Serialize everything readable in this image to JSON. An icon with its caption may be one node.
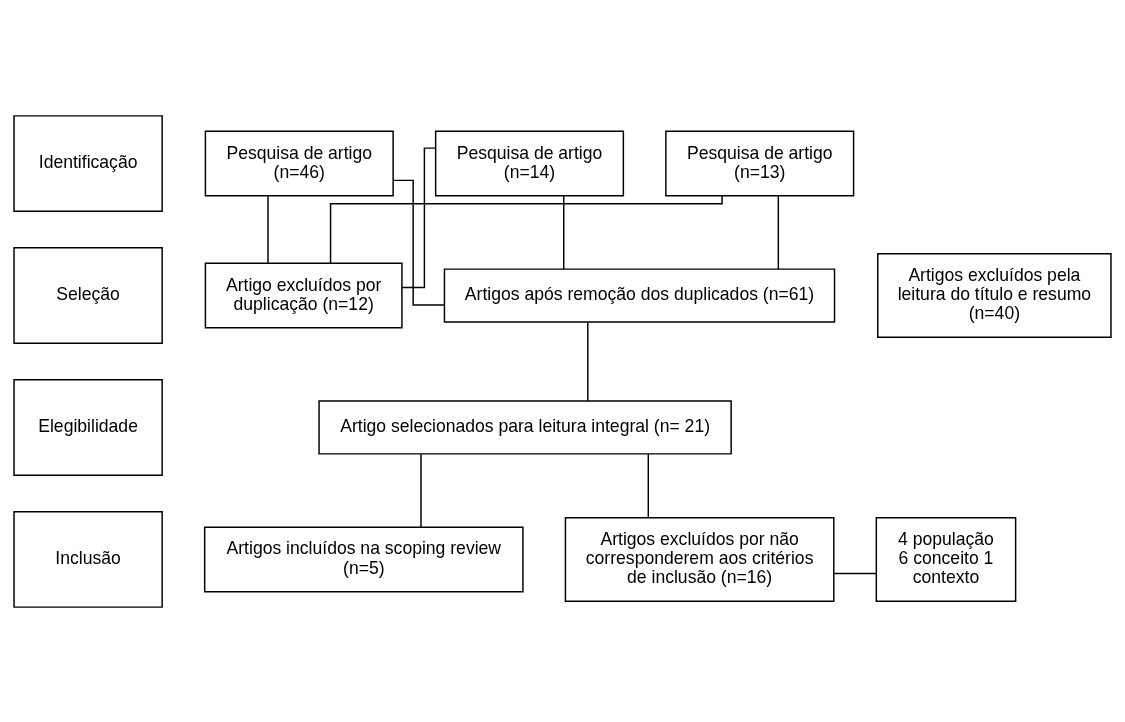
{
  "diagram": {
    "nodes": [
      {
        "text": [
          "Identificação"
        ]
      },
      {
        "text": [
          "Seleção"
        ]
      },
      {
        "text": [
          "Elegibilidade"
        ]
      },
      {
        "text": [
          "Inclusão"
        ]
      },
      {
        "text": [
          "Pesquisa de artigo (n=46)"
        ]
      },
      {
        "text": [
          "Pesquisa de artigo (n=14)"
        ]
      },
      {
        "text": [
          "Pesquisa de artigo (n=13)"
        ]
      },
      {
        "text": [
          "Artigo excluídos por duplicação (n=12)"
        ]
      },
      {
        "text": [
          "Artigos após remoção dos duplicados (n=61)"
        ]
      },
      {
        "text": [
          "Artigos excluídos pela leitura do título e resumo (n=40)"
        ]
      },
      {
        "text": [
          "Artigo selecionados para leitura integral (n= 21)"
        ]
      },
      {
        "text": [
          "Artigos excluídos por não corresponderem aos critérios de inclusão (n=16)"
        ]
      },
      {
        "text": [
          "4 população 6 conceito 1 contexto"
        ]
      },
      {
        "text": [
          "Artigos incluídos na scoping review (n=5)"
        ]
      }
    ],
    "edges": [
      {
        "from": 4,
        "to": 8,
        "arrow": "none"
      },
      {
        "from": 5,
        "to": 8,
        "arrow": "none"
      },
      {
        "from": 6,
        "to": 8,
        "arrow": "none"
      },
      {
        "from": 4,
        "to": 7,
        "arrow": "none"
      },
      {
        "from": 5,
        "to": 7,
        "arrow": "none"
      },
      {
        "from": 6,
        "to": 7,
        "arrow": "none"
      },
      {
        "from": 8,
        "to": 10,
        "arrow": "none"
      },
      {
        "from": 10,
        "to": 11,
        "arrow": "none"
      },
      {
        "from": 11,
        "to": 12,
        "arrow": "none"
      },
      {
        "from": 10,
        "to": 13,
        "arrow": "none"
      }
    ]
  }
}
